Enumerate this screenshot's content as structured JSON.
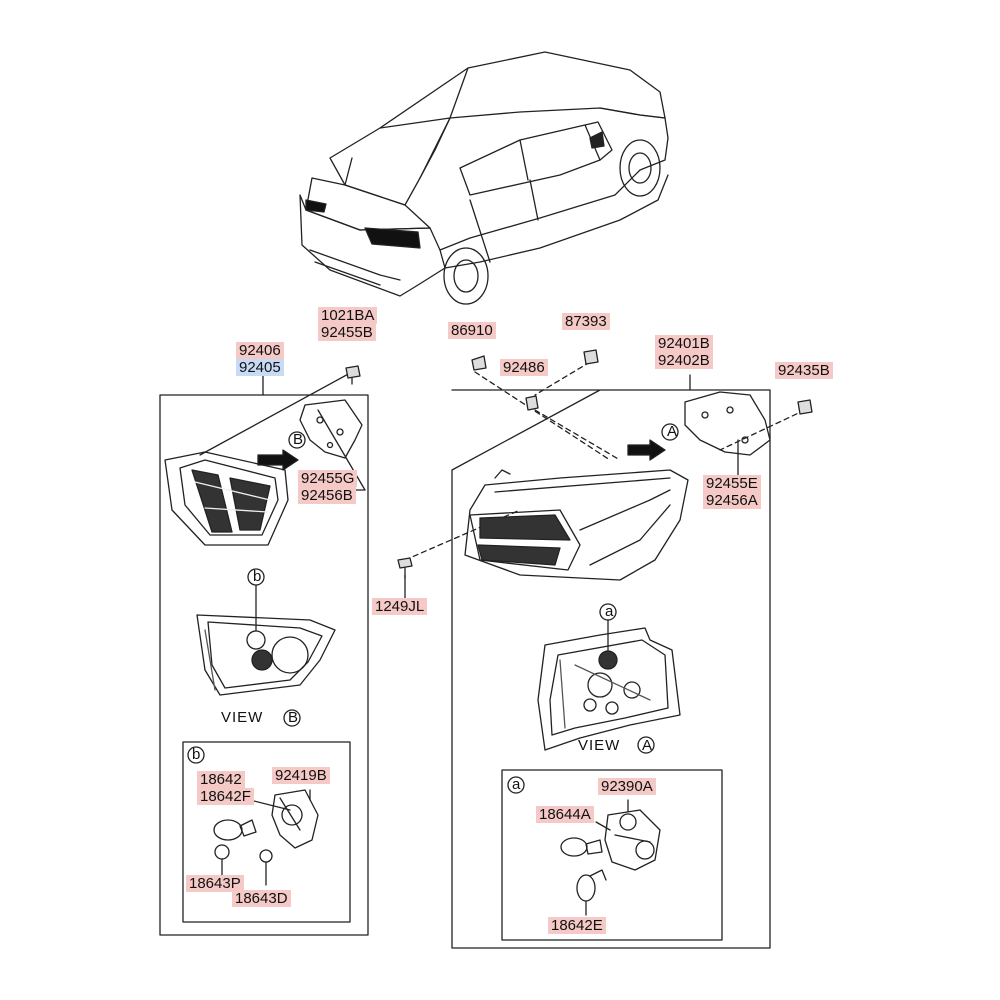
{
  "accent_colors": {
    "part_highlight": "#f4c9c6",
    "selected_highlight": "#c9daf4",
    "line": "#222222"
  },
  "parts": {
    "p1021BA": "1021BA",
    "p92455B": "92455B",
    "p92406": "92406",
    "p92405": "92405",
    "p92455G": "92455G",
    "p92456B": "92456B",
    "p86910": "86910",
    "p87393": "87393",
    "p92486": "92486",
    "p92401B": "92401B",
    "p92402B": "92402B",
    "p92435B": "92435B",
    "p92455E": "92455E",
    "p92456A": "92456A",
    "p1249JL": "1249JL",
    "p18642": "18642",
    "p18642F": "18642F",
    "p92419B": "92419B",
    "p18643P": "18643P",
    "p18643D": "18643D",
    "p92390A": "92390A",
    "p18644A": "18644A",
    "p18642E": "18642E"
  },
  "markers": {
    "a": "a",
    "b": "b",
    "A": "A",
    "B": "B",
    "view": "VIEW"
  }
}
